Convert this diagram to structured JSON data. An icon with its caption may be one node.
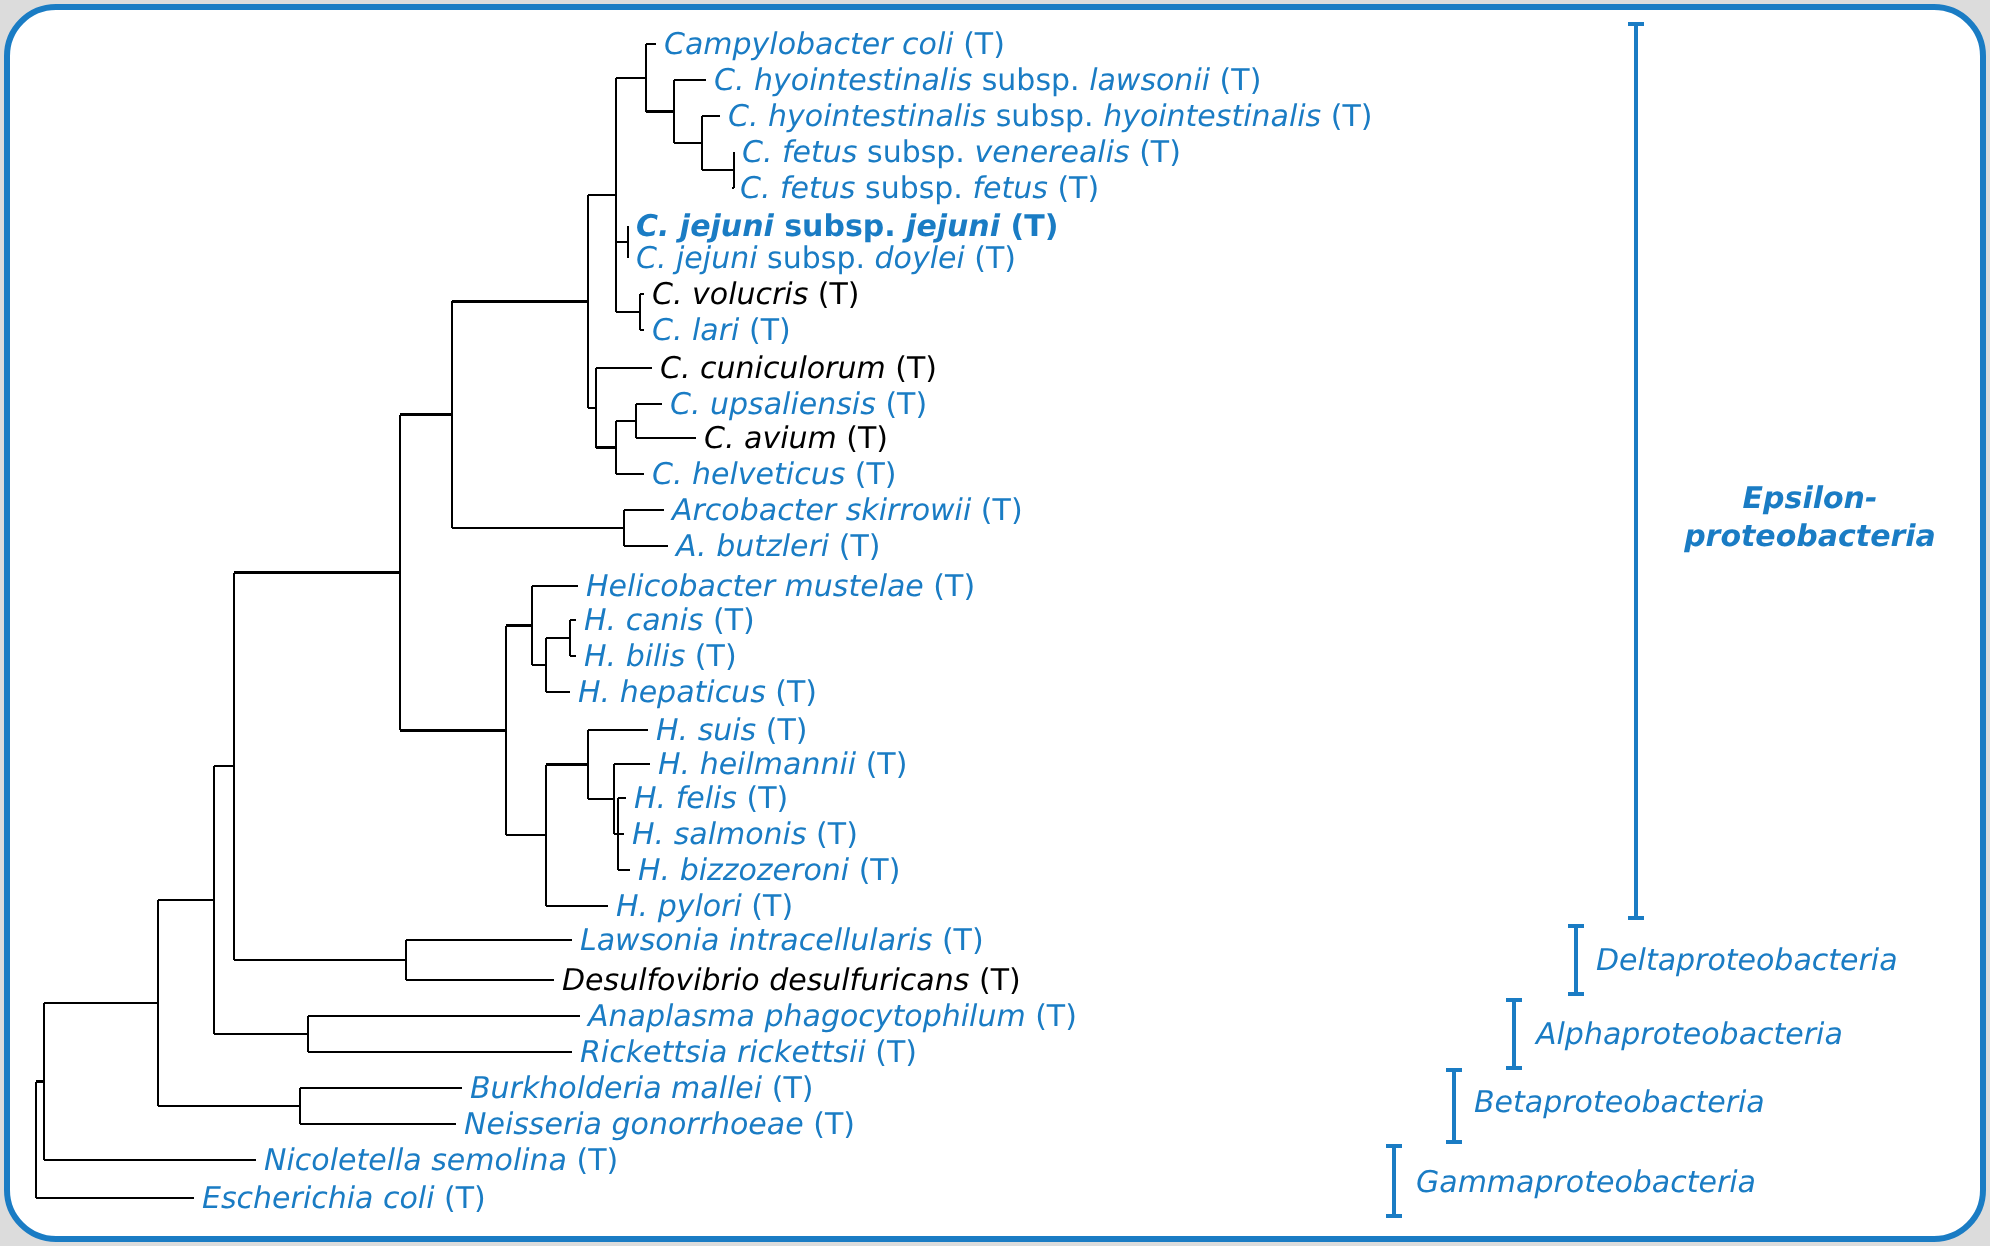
{
  "diagram": {
    "labels": [
      "*Campylobacter coli* (T)",
      "*C. hyointestinalis* subsp. *lawsonii* (T)",
      "*C. hyointestinalis* subsp. *hyointestinalis* (T)",
      "*C. fetus* subsp. *venerealis* (T)",
      "*C. fetus* subsp. *fetus* (T)",
      "*C. jejuni* subsp. *jejuni* (T)",
      "*C. jejuni* subsp. *doylei* (T)",
      "*C. volucris* (T)",
      "*C. lari* (T)",
      "*C. cuniculorum* (T)",
      "*C. upsaliensis* (T)",
      "*C. avium* (T)",
      "*C. helveticus* (T)",
      "*Arcobacter skirrowii* (T)",
      "*A. butzleri* (T)",
      "*Helicobacter mustelae* (T)",
      "*H. canis* (T)",
      "*H. bilis* (T)",
      "*H. hepaticus* (T)",
      "*H. suis* (T)",
      "*H. heilmannii* (T)",
      "*H. felis* (T)",
      "*H. salmonis* (T)",
      "*H. bizzozeroni* (T)",
      "*H. pylori* (T)",
      "*Lawsonia intracellularis* (T)",
      "*Desulfovibrio desulfuricans* (T)",
      "*Anaplasma phagocytophilum* (T)",
      "*Rickettsia rickettsii* (T)",
      "*Burkholderia mallei* (T)",
      "*Neisseria gonorrhoeae* (T)",
      "*Nicoletella semolina* (T)",
      "*Escherichia coli* (T)",
      "Epsilon-proteobacteria",
      "Deltaproteobacteria",
      "Alphaproteobacteria",
      "Betaproteobacteria",
      "Gammaproteobacteria"
    ]
  }
}
